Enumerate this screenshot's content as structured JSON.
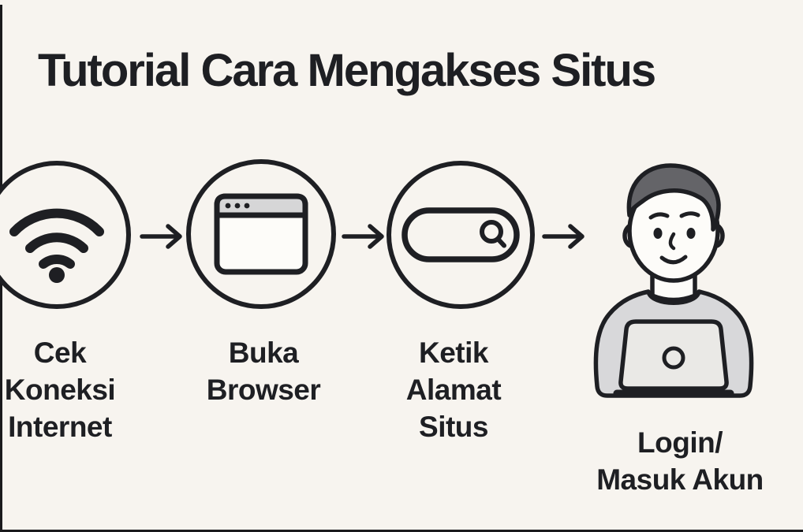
{
  "page": {
    "title": "Tutorial Cara Mengakses Situs",
    "background_color": "#f7f4ef",
    "ink_color": "#1e1f23",
    "frame_border_color": "#1a1a1d"
  },
  "steps": [
    {
      "id": "cek-koneksi-internet",
      "icon": "wifi-icon",
      "label_lines": [
        "Cek",
        "Koneksi",
        "Internet"
      ]
    },
    {
      "id": "buka-browser",
      "icon": "browser-window-icon",
      "label_lines": [
        "Buka",
        "Browser"
      ]
    },
    {
      "id": "ketik-alamat-situs",
      "icon": "search-bar-icon",
      "label_lines": [
        "Ketik",
        "Alamat",
        "Situs"
      ]
    },
    {
      "id": "login-masuk-akun",
      "icon": "person-laptop-illustration",
      "label_lines": [
        "Login/",
        "Masuk Akun"
      ]
    }
  ],
  "arrows": {
    "glyph": "→",
    "count": 3
  },
  "icon_colors": {
    "browser_header_gray": "#d6d6d7",
    "sweater_gray": "#d8d8da",
    "laptop_gray": "#eae9e6",
    "hair_gray": "#646468",
    "skin_white": "#fdfcf9"
  }
}
